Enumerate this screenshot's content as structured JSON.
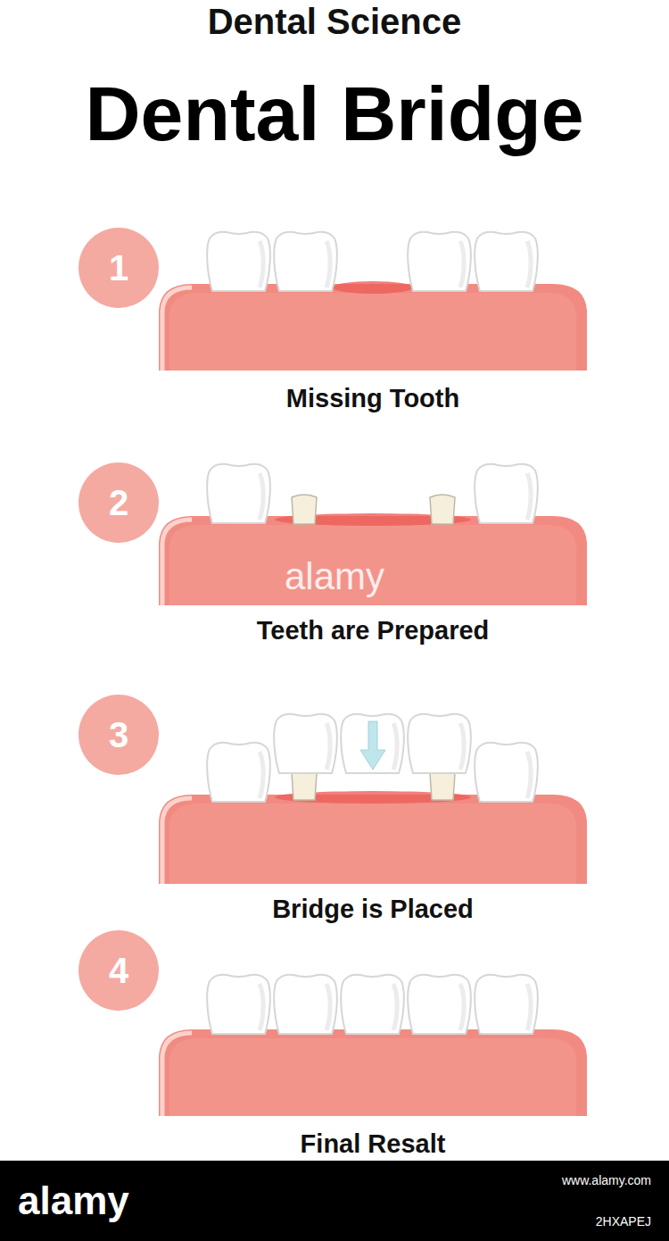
{
  "diagram": {
    "title": "Dental Bridge",
    "nodes": [
      {
        "text": [
          "1"
        ]
      },
      {
        "text": [
          "2"
        ]
      },
      {
        "text": [
          "3"
        ]
      },
      {
        "text": [
          "4"
        ]
      }
    ],
    "labels": [
      "Dental Science",
      "Missing Tooth",
      "alamy",
      "Teeth are Prepared",
      "Bridge is Placed",
      "Final Resalt",
      "alamy",
      "www.alamy.com",
      "2HXAPEJ"
    ]
  }
}
